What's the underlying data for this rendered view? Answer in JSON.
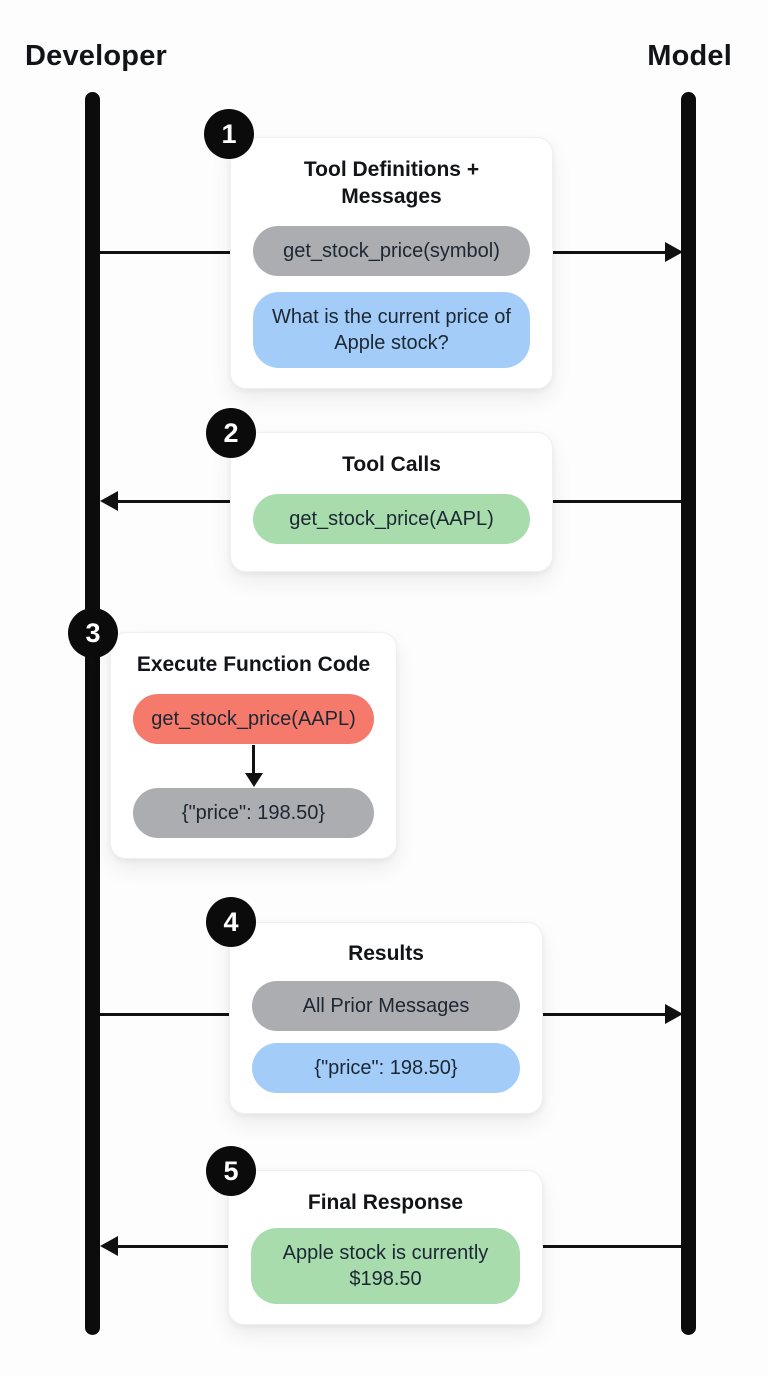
{
  "diagram": {
    "actors": {
      "left": "Developer",
      "right": "Model"
    },
    "colors": {
      "pill_gray": "#acadb1",
      "pill_blue": "#a3cdf8",
      "pill_green": "#a8dcac",
      "pill_red": "#f57a6b",
      "lifeline": "#0c0c0c",
      "arrow": "#111111",
      "badge_bg": "#0b0b0b",
      "badge_text": "#ffffff",
      "card_bg": "#ffffff",
      "page_bg": "#fdfdfd"
    },
    "steps": [
      {
        "number": "1",
        "title": "Tool Definitions + Messages",
        "arrow": "developer-to-model",
        "pills": [
          {
            "text": "get_stock_price(symbol)",
            "color": "gray"
          },
          {
            "text": "What is the current price of Apple stock?",
            "color": "blue"
          }
        ]
      },
      {
        "number": "2",
        "title": "Tool Calls",
        "arrow": "model-to-developer",
        "pills": [
          {
            "text": "get_stock_price(AAPL)",
            "color": "green"
          }
        ]
      },
      {
        "number": "3",
        "title": "Execute Function Code",
        "arrow": "none",
        "pills": [
          {
            "text": "get_stock_price(AAPL)",
            "color": "red"
          },
          {
            "text": "{\"price\": 198.50}",
            "color": "gray"
          }
        ]
      },
      {
        "number": "4",
        "title": "Results",
        "arrow": "developer-to-model",
        "pills": [
          {
            "text": "All Prior Messages",
            "color": "gray"
          },
          {
            "text": "{\"price\": 198.50}",
            "color": "blue"
          }
        ]
      },
      {
        "number": "5",
        "title": "Final Response",
        "arrow": "model-to-developer",
        "pills": [
          {
            "text": "Apple stock is currently $198.50",
            "color": "green"
          }
        ]
      }
    ]
  }
}
